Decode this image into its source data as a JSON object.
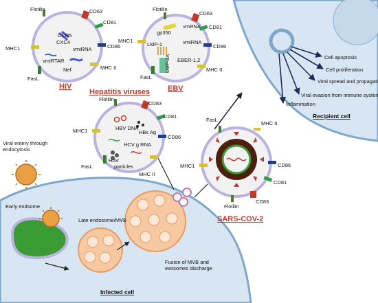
{
  "viruses": {
    "hiv": {
      "title": "HIV",
      "markers": [
        "Flotilin",
        "CD63",
        "CD81",
        "CD86",
        "MHC1",
        "MHC II",
        "FasL"
      ],
      "cargo": [
        "CCR5",
        "CXC4",
        "vmiRNA",
        "vmiRTAR",
        "Nef"
      ]
    },
    "ebv": {
      "title": "EBV",
      "markers": [
        "Flotilin",
        "CD63",
        "CD81",
        "CD86",
        "MHC1",
        "MHC II",
        "FasL"
      ],
      "cargo": [
        "gp350",
        "vmRNA",
        "vmiRNA",
        "LMP-1",
        "LMP-2A",
        "EBER-1,2"
      ]
    },
    "hepatitis": {
      "title": "Hepatitis viruses",
      "markers": [
        "Flotilin",
        "CD83",
        "CD81",
        "CD86",
        "MHC1",
        "MHC II",
        "FasL"
      ],
      "cargo": [
        "HBV DNA",
        "HBs Ag",
        "HCV g RNA",
        "HAV",
        "particles"
      ]
    },
    "sars": {
      "title": "SARS-COV-2",
      "markers": [
        "FasL",
        "MHC II",
        "CD86",
        "CD81",
        "CD83",
        "Flotilin",
        "MHC1"
      ]
    }
  },
  "recipient_cell": {
    "title": "Recipient cell",
    "effects": [
      "Cell apoptosis",
      "Cell proliferation",
      "Viral spread and propagation",
      "Viral evasion from immune system",
      "Inflammation"
    ]
  },
  "infected_cell": {
    "title": "Infected  cell",
    "labels": {
      "viral_entry": "Viral entery through endocytosis",
      "early_endosome": "Early endsome",
      "late_endosome": "Late endosome/MVB",
      "fusion": "Fusion of MVB and exosomes discharge"
    }
  },
  "colors": {
    "cell_fill": "#d7e6f2",
    "cell_stroke": "#7da7c9",
    "membrane": "#b9b3e0",
    "mvb_fill": "#f7c9a3",
    "virus_name": "#c0392b",
    "virus_body": "#e7a142"
  }
}
